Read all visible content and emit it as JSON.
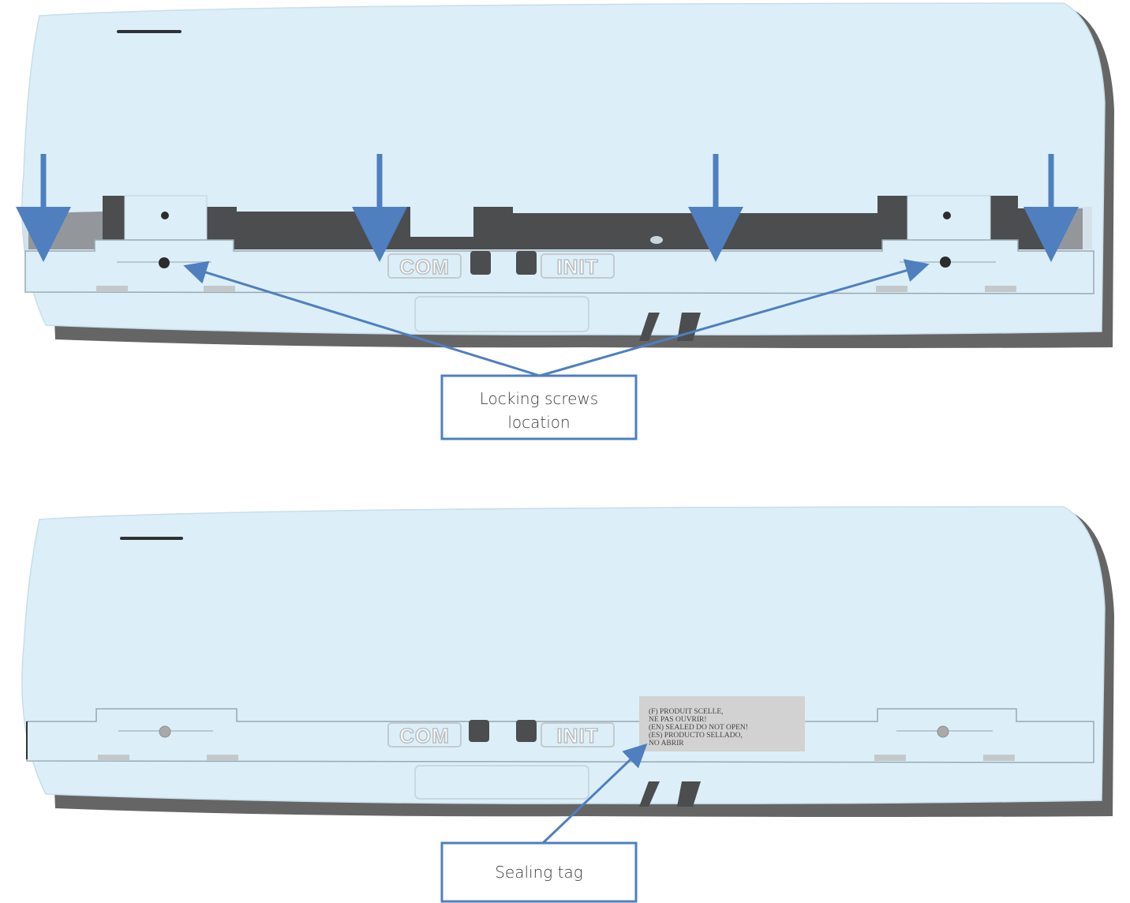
{
  "colors": {
    "housing": "#dceff8",
    "housing_edge": "#c7dde9",
    "shadow": "#4a4a4a",
    "cavity": "#4b4d4f",
    "accent_blue": "#4f7fbf",
    "tag_fill": "#d2d2d2",
    "screw_dark": "#2c2c2c",
    "screw_sealed": "#a9a9a9"
  },
  "top_view": {
    "ports": {
      "com": "COM",
      "init": "INIT"
    },
    "callout": {
      "line1": "Locking screws",
      "line2": "location"
    }
  },
  "bottom_view": {
    "ports": {
      "com": "COM",
      "init": "INIT"
    },
    "sealing_tag_lines": [
      "(F) PRODUIT SCELLE,",
      "NE PAS OUVRIR!",
      "(EN) SEALED DO NOT OPEN!",
      "(ES) PRODUCTO SELLADO,",
      "NO ABRIR"
    ],
    "callout": {
      "label": "Sealing tag"
    }
  }
}
